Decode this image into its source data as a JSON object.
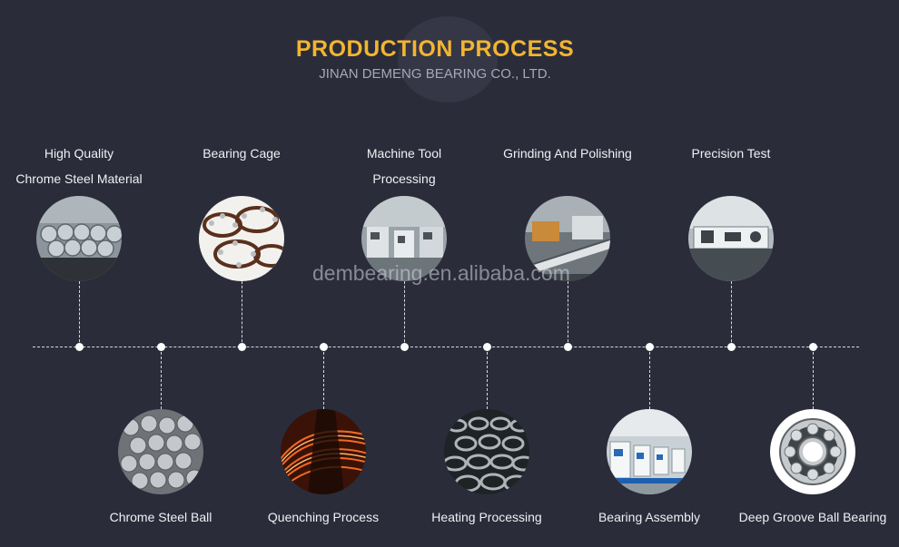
{
  "header": {
    "title": "PRODUCTION PROCESS",
    "subtitle": "JINAN DEMENG BEARING CO., LTD.",
    "watermark": "dembearing.en.alibaba.com"
  },
  "colors": {
    "background": "#2b2c3a",
    "title": "#f2b531",
    "subtitle": "#a7a8b3",
    "text": "#f0f0f4",
    "line": "#d8d8e0"
  },
  "steps": [
    {
      "id": "high-quality-chrome-steel-material",
      "label": [
        "High Quality",
        "Chrome Steel Material"
      ],
      "position": "top",
      "icon": "steel-bars-photo"
    },
    {
      "id": "chrome-steel-ball",
      "label": [
        "Chrome Steel Ball"
      ],
      "position": "bottom",
      "icon": "steel-balls-photo"
    },
    {
      "id": "bearing-cage",
      "label": [
        "Bearing Cage"
      ],
      "position": "top",
      "icon": "bearing-cage-photo"
    },
    {
      "id": "quenching-process",
      "label": [
        "Quenching Process"
      ],
      "position": "bottom",
      "icon": "quenching-photo"
    },
    {
      "id": "machine-tool-processing",
      "label": [
        "Machine Tool",
        "Processing"
      ],
      "position": "top",
      "icon": "machine-tool-photo"
    },
    {
      "id": "heating-processing",
      "label": [
        "Heating Processing"
      ],
      "position": "bottom",
      "icon": "heating-rings-photo"
    },
    {
      "id": "grinding-and-polishing",
      "label": [
        "Grinding And Polishing"
      ],
      "position": "top",
      "icon": "grinding-machine-photo"
    },
    {
      "id": "bearing-assembly",
      "label": [
        "Bearing Assembly"
      ],
      "position": "bottom",
      "icon": "assembly-line-photo"
    },
    {
      "id": "precision-test",
      "label": [
        "Precision Test"
      ],
      "position": "top",
      "icon": "precision-test-photo"
    },
    {
      "id": "deep-groove-ball-bearing",
      "label": [
        "Deep Groove Ball Bearing"
      ],
      "position": "bottom",
      "icon": "ball-bearing-photo"
    }
  ]
}
